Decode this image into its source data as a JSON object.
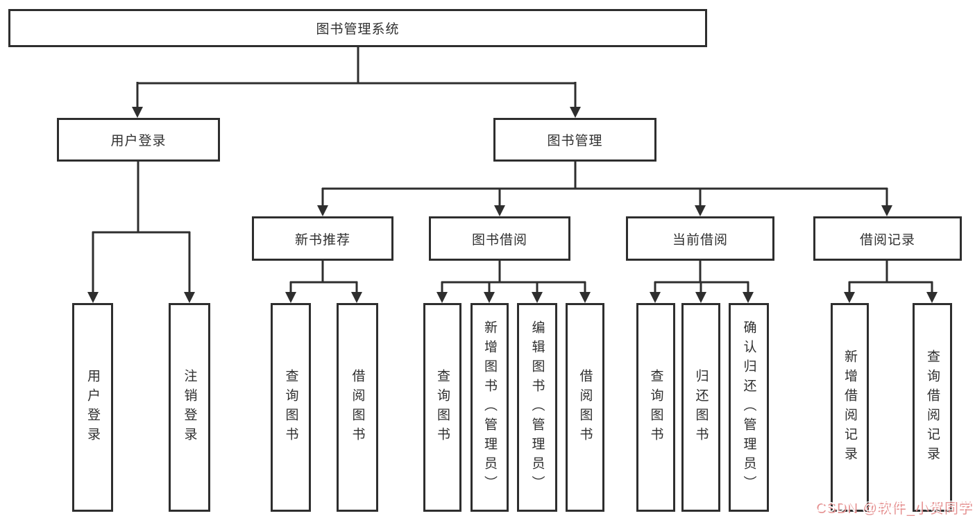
{
  "diagram": {
    "root": {
      "label": "图书管理系统"
    },
    "branches": [
      {
        "label": "用户登录",
        "children": [
          {
            "label": "用户登录"
          },
          {
            "label": "注销登录"
          }
        ]
      },
      {
        "label": "图书管理",
        "children": [
          {
            "label": "新书推荐",
            "children": [
              {
                "label": "查询图书"
              },
              {
                "label": "借阅图书"
              }
            ]
          },
          {
            "label": "图书借阅",
            "children": [
              {
                "label": "查询图书"
              },
              {
                "label": "新增图书（管理员）"
              },
              {
                "label": "编辑图书（管理员）"
              },
              {
                "label": "借阅图书"
              }
            ]
          },
          {
            "label": "当前借阅",
            "children": [
              {
                "label": "查询图书"
              },
              {
                "label": "归还图书"
              },
              {
                "label": "确认归还（管理员）"
              }
            ]
          },
          {
            "label": "借阅记录",
            "children": [
              {
                "label": "新增借阅记录"
              },
              {
                "label": "查询借阅记录"
              }
            ]
          }
        ]
      }
    ]
  },
  "watermark": {
    "text": "CSDN @软件_小贺同学"
  },
  "colors": {
    "line": "#2e2e2e",
    "text": "#2f2f2f",
    "background": "#ffffff",
    "watermark_fill": "#ffffff",
    "watermark_shadow": "#e59191"
  }
}
